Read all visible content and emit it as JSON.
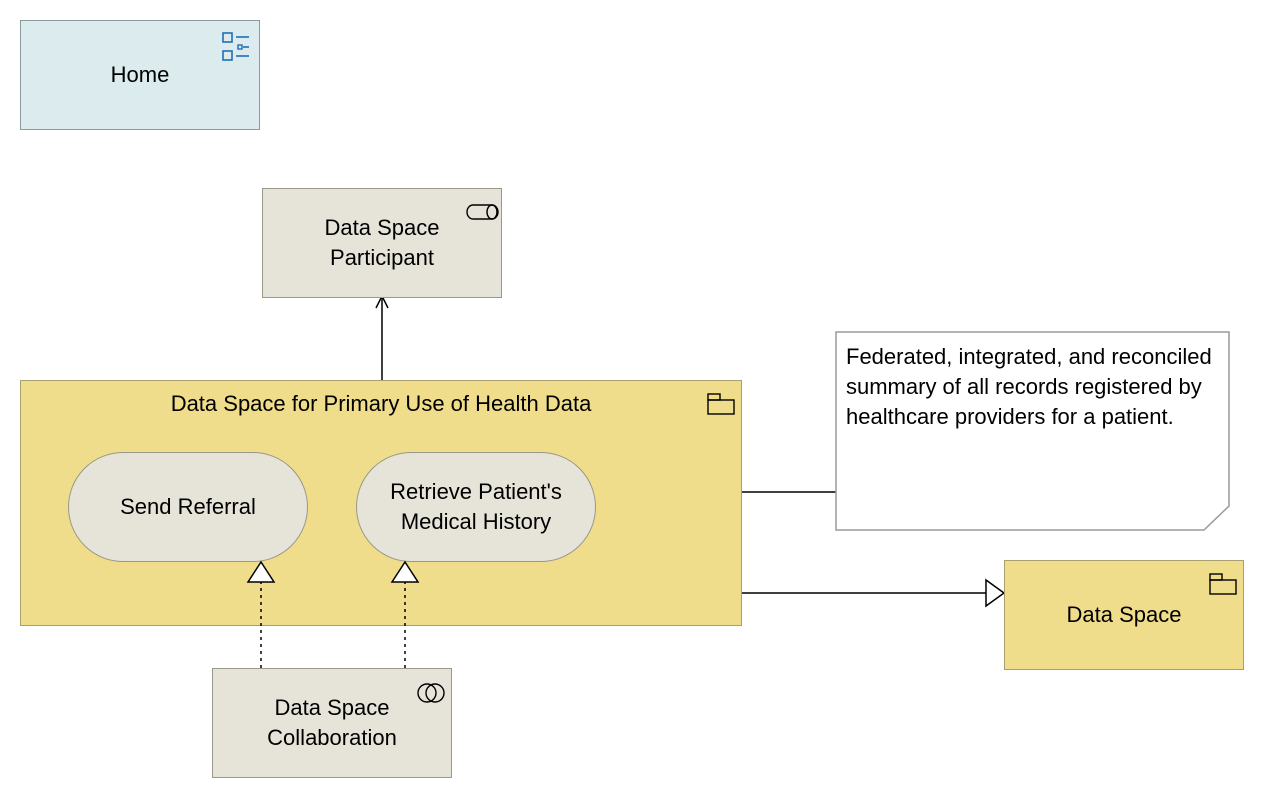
{
  "home": {
    "label": "Home"
  },
  "participant": {
    "label": "Data Space Participant"
  },
  "grouping": {
    "title": "Data Space for Primary Use of Health Data"
  },
  "services": {
    "send_referral": "Send Referral",
    "retrieve_history": "Retrieve Patient's Medical History"
  },
  "collaboration": {
    "label": "Data Space Collaboration"
  },
  "data_space": {
    "label": "Data Space"
  },
  "note": {
    "text": "Federated, integrated, and reconciled summary of all records registered by healthcare providers for a patient."
  },
  "colors": {
    "home_fill": "#dcebed",
    "element_fill": "#e6e4d9",
    "grouping_fill": "#efdd8b",
    "icon_blue": "#1f6fb5"
  },
  "icons": {
    "home": "view-icon",
    "participant": "role-icon",
    "grouping": "grouping-icon",
    "collaboration": "collaboration-icon",
    "data_space": "grouping-icon"
  }
}
